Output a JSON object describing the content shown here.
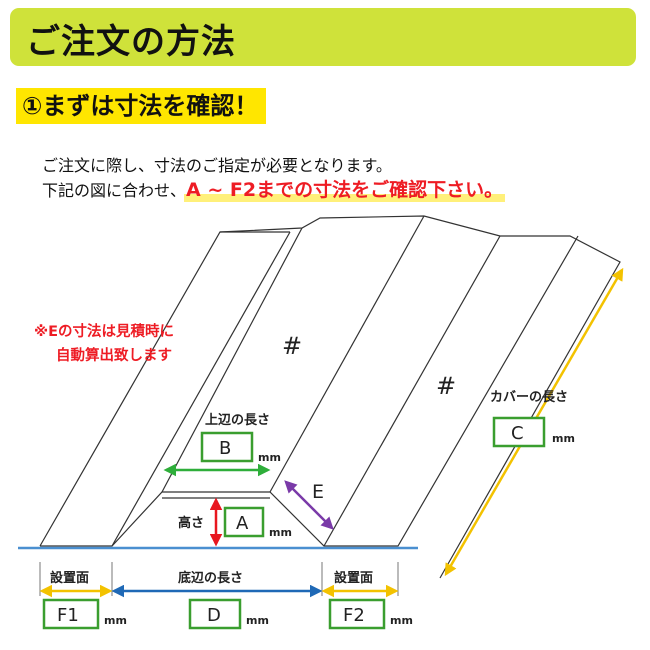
{
  "header": {
    "title": "ご注文の方法"
  },
  "step": {
    "title": "①まずは寸法を確認！"
  },
  "intro": {
    "line1": "ご注文に際し、寸法のご指定が必要となります。",
    "line2_prefix": "下記の図に合わせ、",
    "line2_highlight": "A ~ F2までの寸法をご確認下さい。"
  },
  "note": {
    "line1": "※Eの寸法は見積時に",
    "line2": "自動算出致します"
  },
  "diagram": {
    "colors": {
      "box_border": "#3a9e2f",
      "a_arrow": "#e8171f",
      "b_arrow": "#2eae3a",
      "c_arrow": "#f3c200",
      "d_arrow": "#1f69b6",
      "e_arrow": "#7a3aa8",
      "f_arrow": "#f3c200",
      "base_line": "#4a8fd0"
    },
    "hash_symbol": "#",
    "labels": {
      "upper_length": "上辺の長さ",
      "height": "高さ",
      "cover_length": "カバーの長さ",
      "bottom_length": "底辺の長さ",
      "installation_left": "設置面",
      "installation_right": "設置面",
      "e": "E"
    },
    "boxes": {
      "a": "A",
      "b": "B",
      "c": "C",
      "d": "D",
      "f1": "F1",
      "f2": "F2"
    },
    "unit": "mm"
  }
}
